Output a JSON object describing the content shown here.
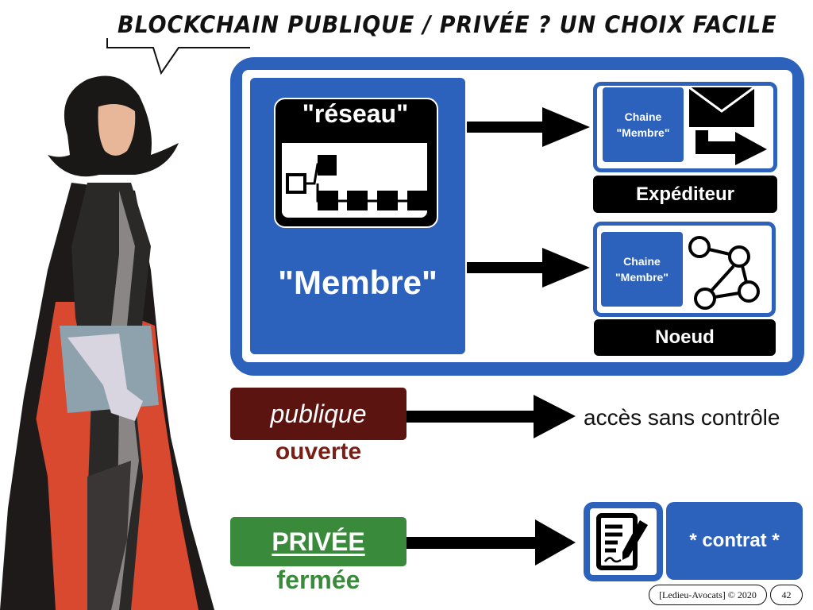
{
  "slide": {
    "title": "BLOCKCHAIN PUBLIQUE / PRIVÉE ? UN CHOIX FACILE",
    "colors": {
      "blue": "#2d62bc",
      "maroon": "#5c1410",
      "maroon_text": "#7a1f16",
      "green": "#3a8a3c",
      "black": "#000000"
    }
  },
  "network_panel": {
    "reseau_label": "\"réseau\"",
    "membre_label": "\"Membre\"",
    "icon": "network-tree-icon"
  },
  "outputs": [
    {
      "chaine_line1": "Chaine",
      "chaine_line2": "\"Membre\"",
      "icon": "envelope-send-icon",
      "label": "Expéditeur"
    },
    {
      "chaine_line1": "Chaine",
      "chaine_line2": "\"Membre\"",
      "icon": "node-graph-icon",
      "label": "Noeud"
    }
  ],
  "publique": {
    "label": "publique",
    "sublabel": "ouverte",
    "result": "accès sans contrôle"
  },
  "privee": {
    "label": "PRIVÉE",
    "sublabel": "fermée",
    "result_icon": "contract-sign-icon",
    "result": "* contrat *"
  },
  "footer": {
    "credit": "[Ledieu-Avocats] © 2020",
    "page": "42"
  }
}
